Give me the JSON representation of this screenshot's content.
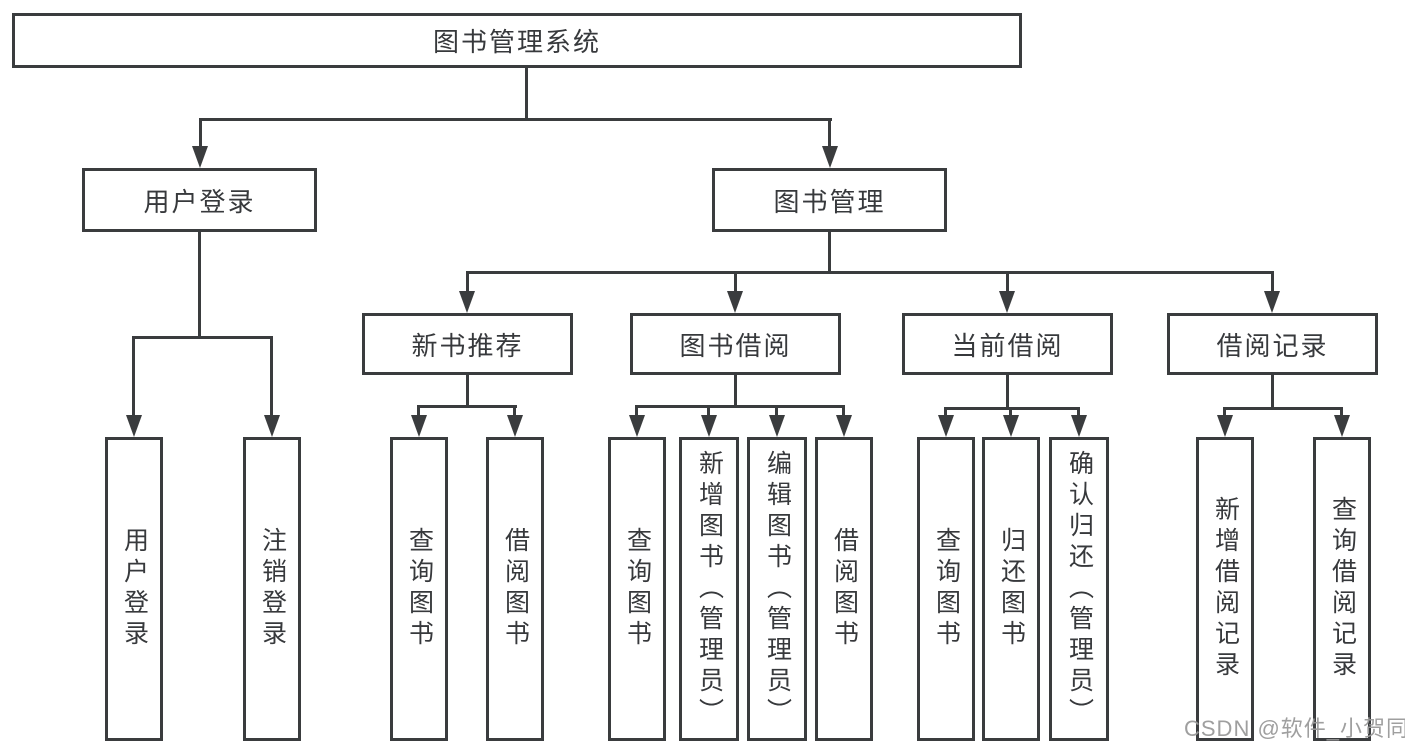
{
  "watermark": "CSDN @软件_小贺同学",
  "colors": {
    "line": "#3a3c3e",
    "text": "#37393c",
    "watermark": "#9a9a9a",
    "background": "#ffffff"
  },
  "tree": {
    "root": {
      "label": "图书管理系统"
    },
    "branches": [
      {
        "label": "用户登录",
        "children": [
          {
            "label": "用户登录"
          },
          {
            "label": "注销登录"
          }
        ]
      },
      {
        "label": "图书管理",
        "children": [
          {
            "label": "新书推荐",
            "children": [
              {
                "label": "查询图书"
              },
              {
                "label": "借阅图书"
              }
            ]
          },
          {
            "label": "图书借阅",
            "children": [
              {
                "label": "查询图书"
              },
              {
                "label": "新增图书（管理员）"
              },
              {
                "label": "编辑图书（管理员）"
              },
              {
                "label": "借阅图书"
              }
            ]
          },
          {
            "label": "当前借阅",
            "children": [
              {
                "label": "查询图书"
              },
              {
                "label": "归还图书"
              },
              {
                "label": "确认归还（管理员）"
              }
            ]
          },
          {
            "label": "借阅记录",
            "children": [
              {
                "label": "新增借阅记录"
              },
              {
                "label": "查询借阅记录"
              }
            ]
          }
        ]
      }
    ]
  }
}
